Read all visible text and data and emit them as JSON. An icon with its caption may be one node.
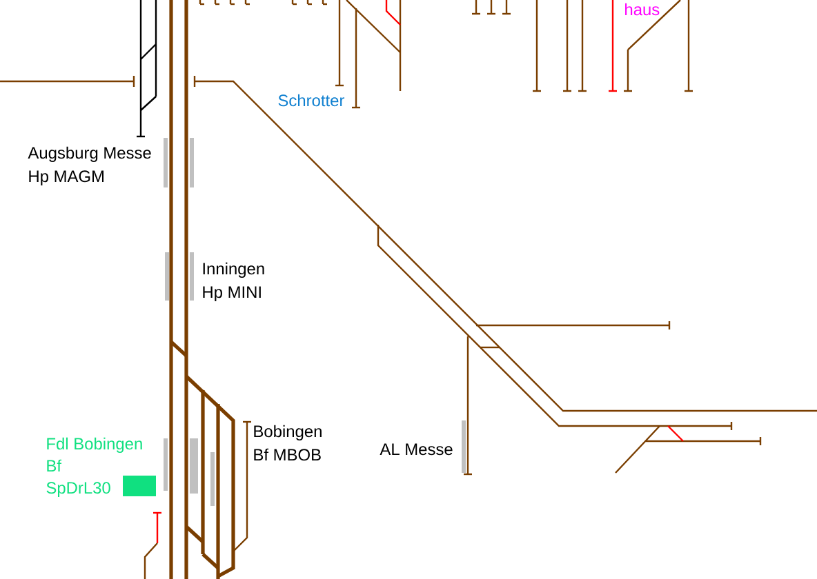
{
  "diagram": {
    "labels": [
      "haus",
      "Schrotter",
      "Augsburg Messe",
      "Hp MAGM",
      "Inningen",
      "Hp MINI",
      "Bobingen",
      "Fdl Bobingen",
      "AL Messe",
      "Bf MBOB",
      "Bf",
      "SpDrL30"
    ]
  }
}
